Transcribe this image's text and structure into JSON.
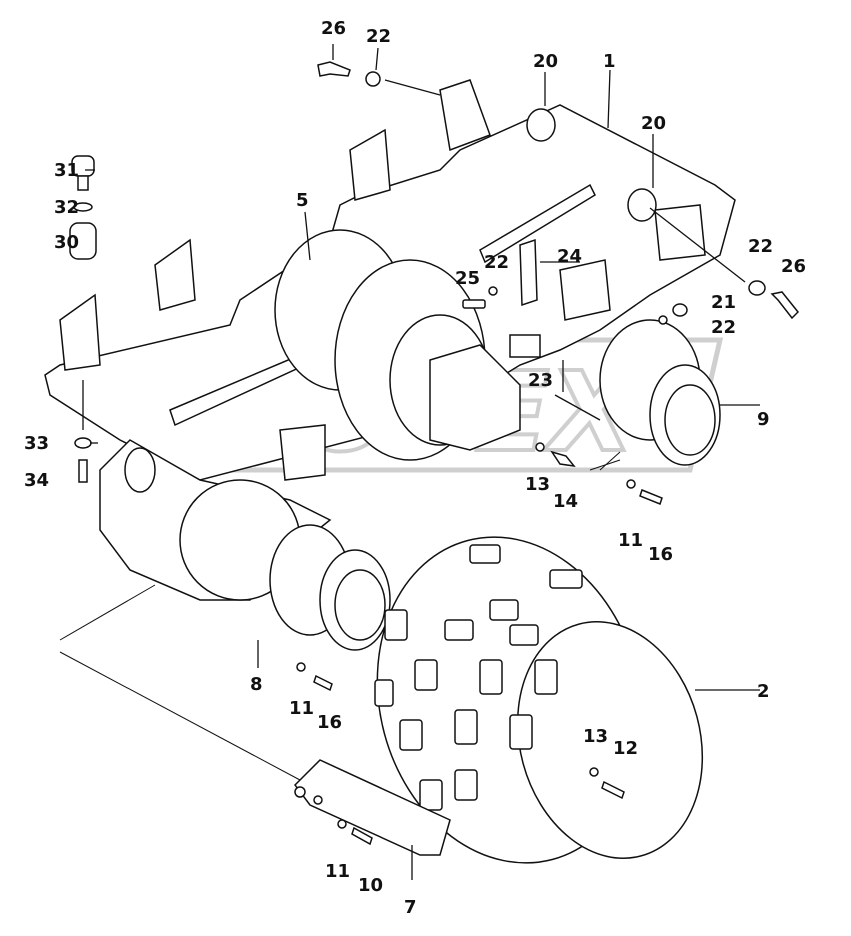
{
  "labels": {
    "p1": "1",
    "p2": "2",
    "p5": "5",
    "p7": "7",
    "p8": "8",
    "p9": "9",
    "p10": "10",
    "p11a": "11",
    "p11b": "11",
    "p11c": "11",
    "p12": "12",
    "p13a": "13",
    "p13b": "13",
    "p14": "14",
    "p16a": "16",
    "p16b": "16",
    "p20a": "20",
    "p20b": "20",
    "p21": "21",
    "p22a": "22",
    "p22b": "22",
    "p22c": "22",
    "p22d": "22",
    "p23": "23",
    "p24": "24",
    "p25": "25",
    "p26a": "26",
    "p26b": "26",
    "p30": "30",
    "p31": "31",
    "p32": "32",
    "p33": "33",
    "p34": "34"
  },
  "watermark": "OPEX"
}
